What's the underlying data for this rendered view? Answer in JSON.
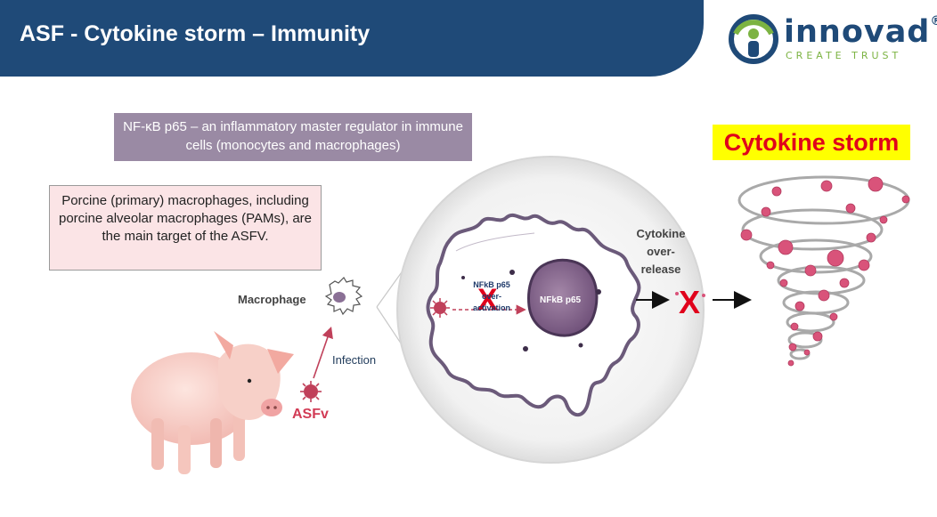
{
  "header": {
    "title": "ASF - Cytokine storm – Immunity"
  },
  "logo": {
    "word": "innovad",
    "registered": "®",
    "tagline": "CREATE TRUST"
  },
  "boxes": {
    "nfkb": "NF-κB p65 – an inflammatory master regulator in immune cells (monocytes and macrophages)",
    "macrophage": "Porcine (primary) macrophages, including porcine alveolar macrophages (PAMs), are the main target of the ASFV."
  },
  "storm_title": "Cytokine storm",
  "labels": {
    "macrophage": "Macrophage",
    "infection": "Infection",
    "asfv": "ASFv",
    "cytokine": "Cytokine over-release",
    "nfkb_nucleus": "NFkB p65",
    "nfkb_over": "NFkB p65 over-activation"
  },
  "marks": {
    "x_mark": "X"
  },
  "colors": {
    "header": "#1f4a78",
    "accent_red": "#e0001b",
    "box_purple": "#9a8aa4",
    "box_pink": "#fbe4e6",
    "storm_highlight": "#ffff00",
    "bead": "#d9537a"
  }
}
